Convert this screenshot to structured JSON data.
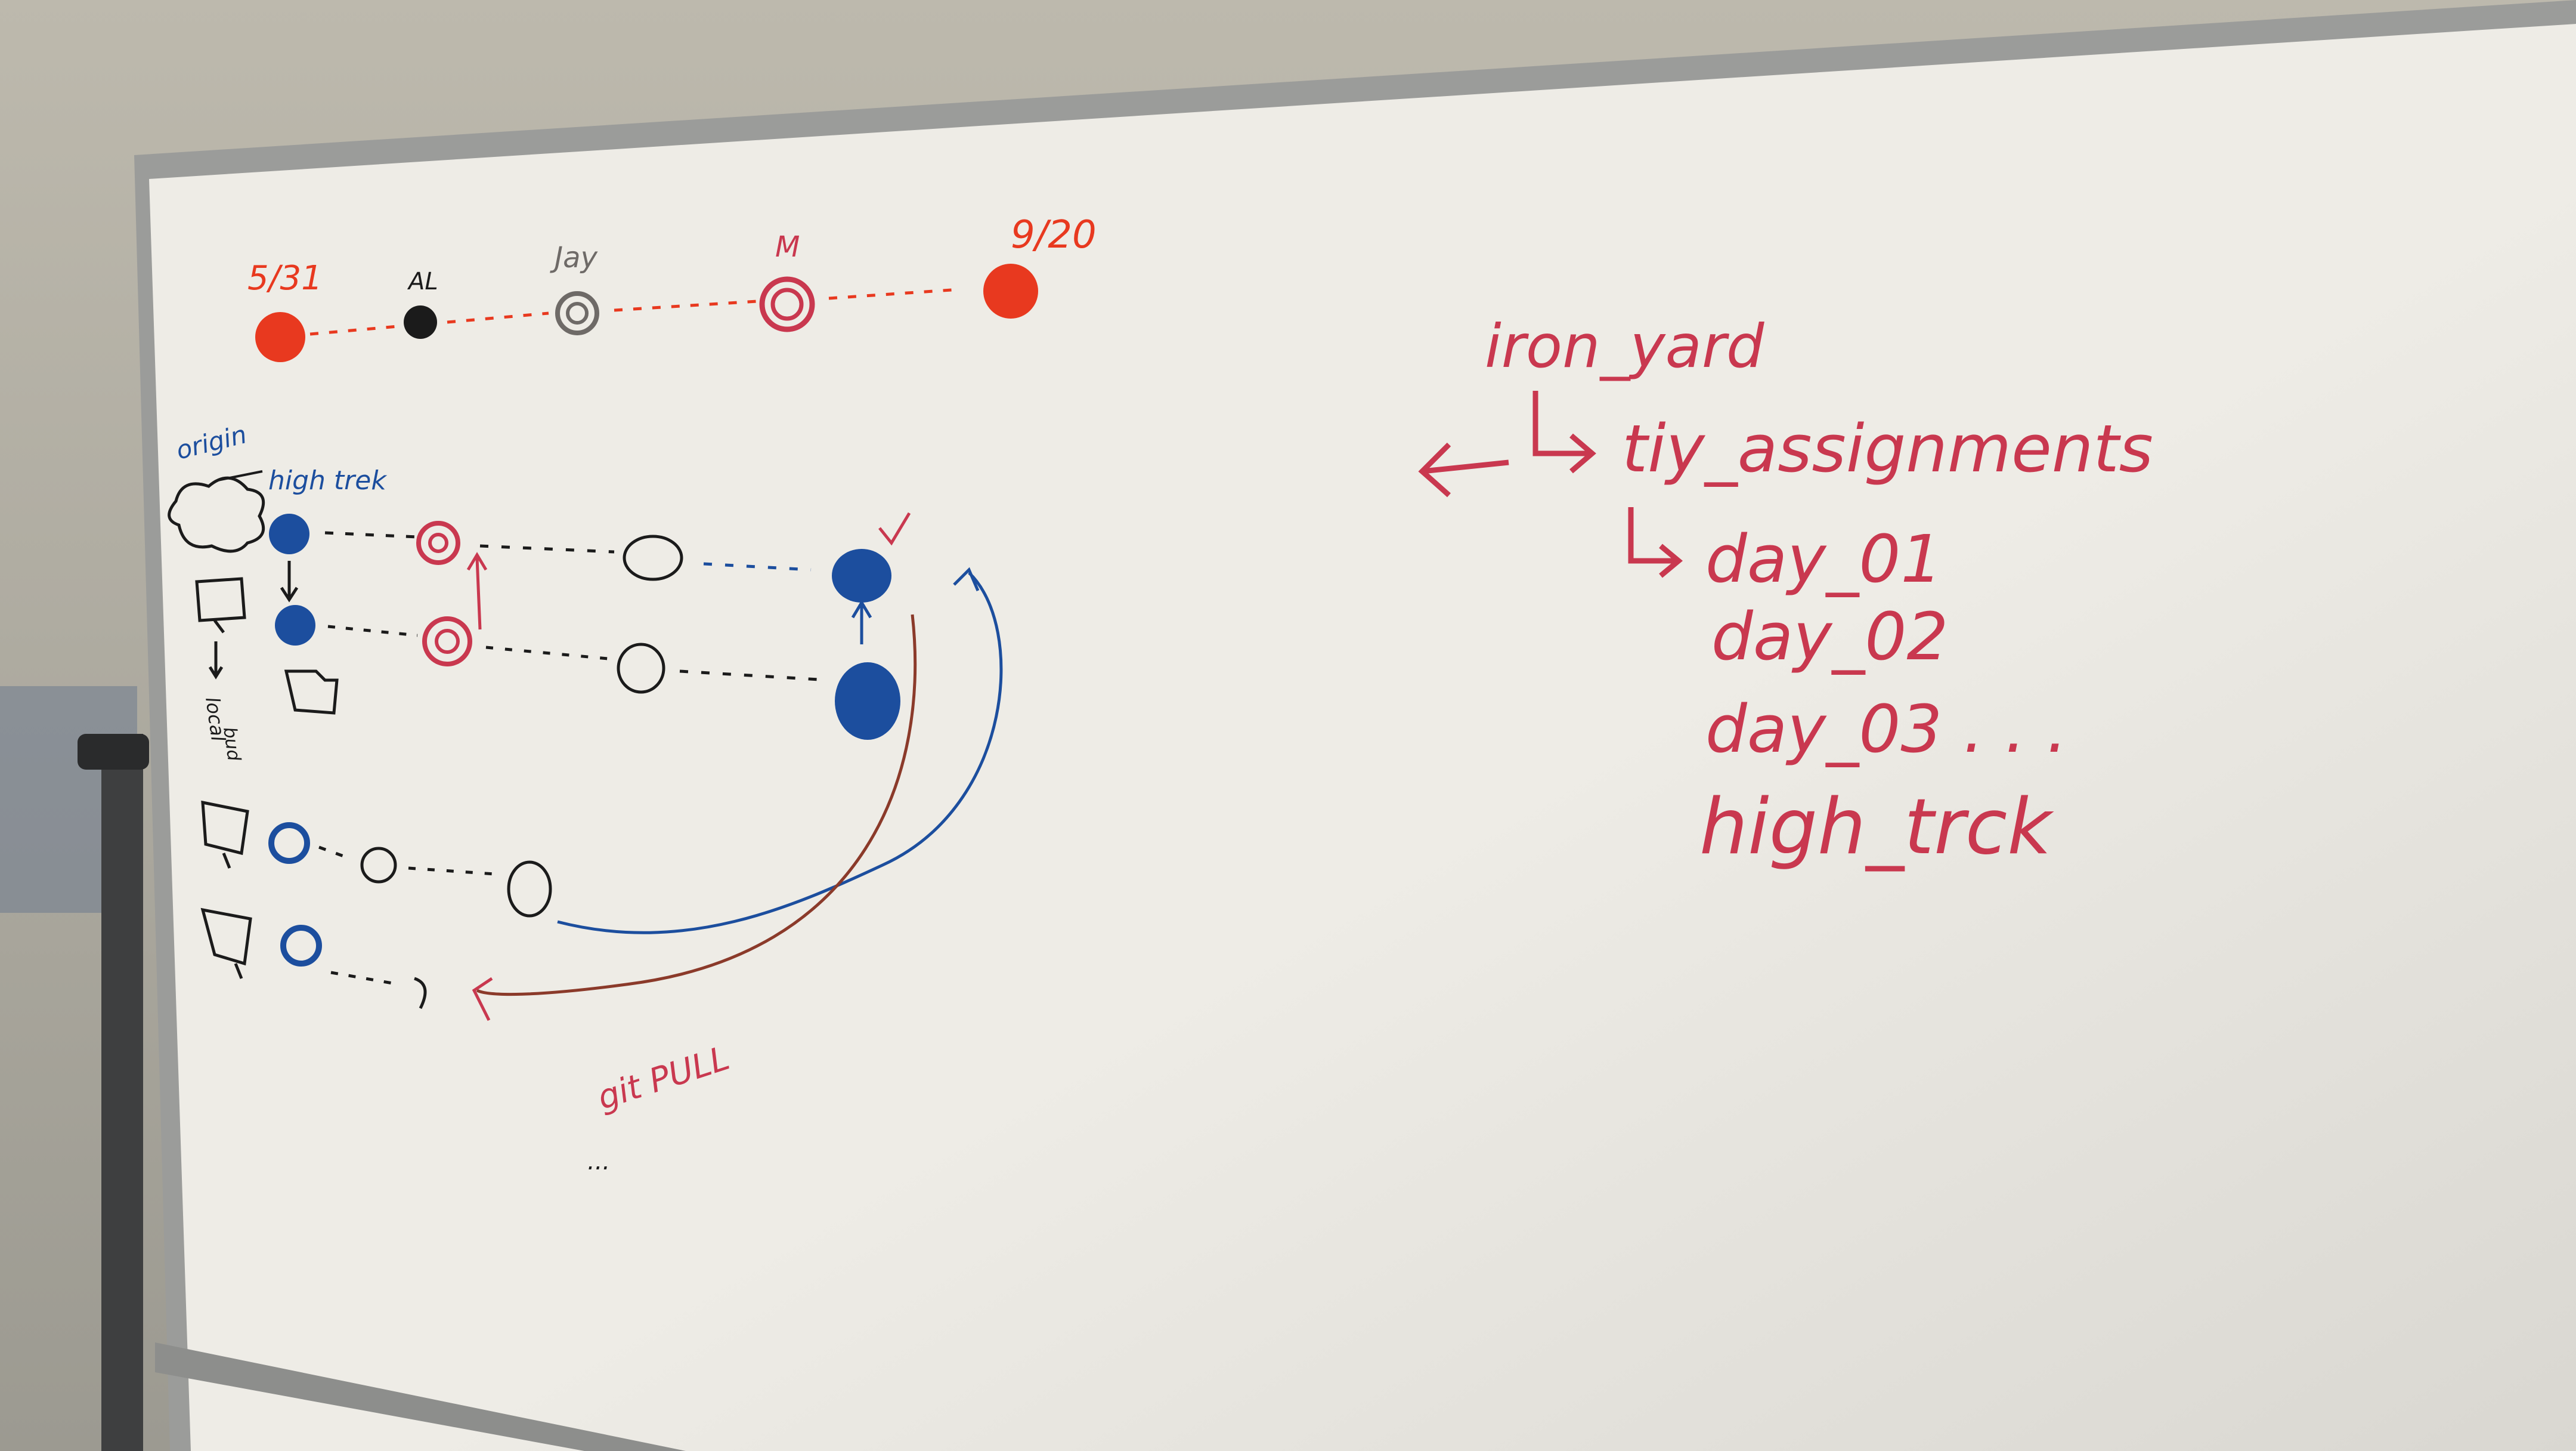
{
  "colors": {
    "wall_top": "#bdb9ad",
    "wall_bottom": "#9c9a91",
    "board_light": "#eeece6",
    "board_shade": "#d9d7d1",
    "frame": "#9b9c9a",
    "marker_red": "#e8391f",
    "marker_black": "#1b1b1b",
    "marker_grey": "#6e6a67",
    "marker_pink": "#c9384f",
    "marker_blue": "#1c4e9e",
    "marker_brown": "#8b3a2a"
  },
  "timeline": {
    "labels": [
      "5/31",
      "AL",
      "Jay",
      "M",
      "9/20"
    ],
    "dot_colors": [
      "#e8391f",
      "#1b1b1b",
      "#6e6a67",
      "#c9384f",
      "#e8391f"
    ]
  },
  "git_diagram": {
    "origin_label": "origin",
    "branch_label": "high trek",
    "local_label": "local",
    "local_label_2": "bud",
    "pull_label": "git PULL",
    "ellipsis": "..."
  },
  "tree": {
    "root": "iron_yard",
    "child": "tiy_assignments",
    "items": [
      "day_01",
      "day_02",
      "day_03 . . .",
      "high_trck"
    ]
  }
}
